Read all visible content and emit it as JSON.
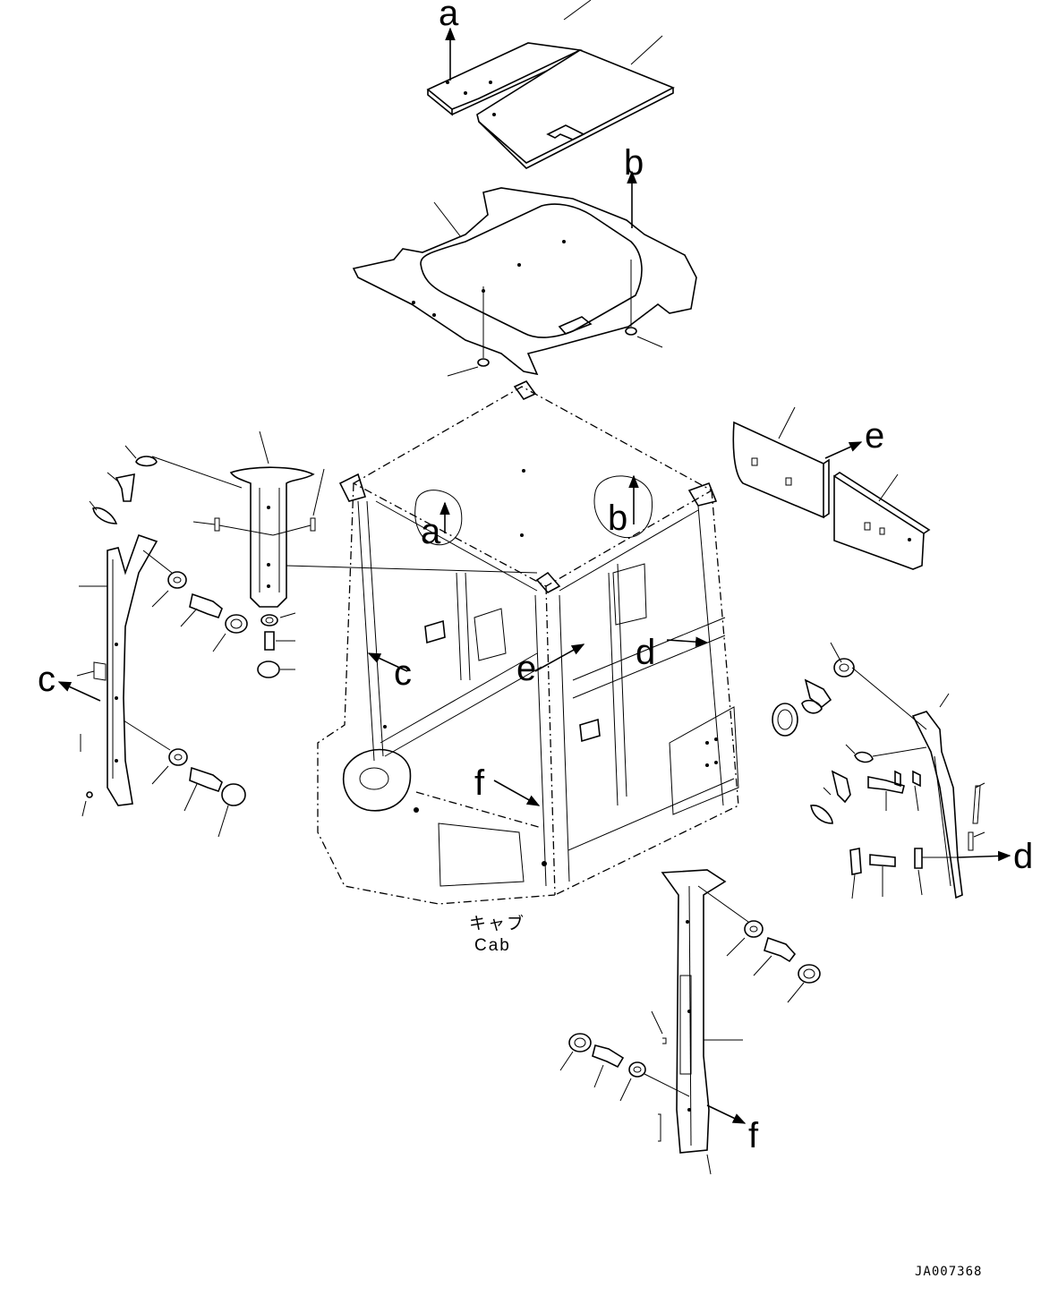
{
  "labels": {
    "a_top": "a",
    "b_top": "b",
    "a_cab": "a",
    "b_cab": "b",
    "c_left": "c",
    "c_cab": "c",
    "d_cab": "d",
    "d_right": "d",
    "e_right": "e",
    "e_cab": "e",
    "f_cab": "f",
    "f_bottom": "f"
  },
  "cab_label_jp": "キャブ",
  "cab_label_en": "Cab",
  "drawing_code": "JA007368"
}
